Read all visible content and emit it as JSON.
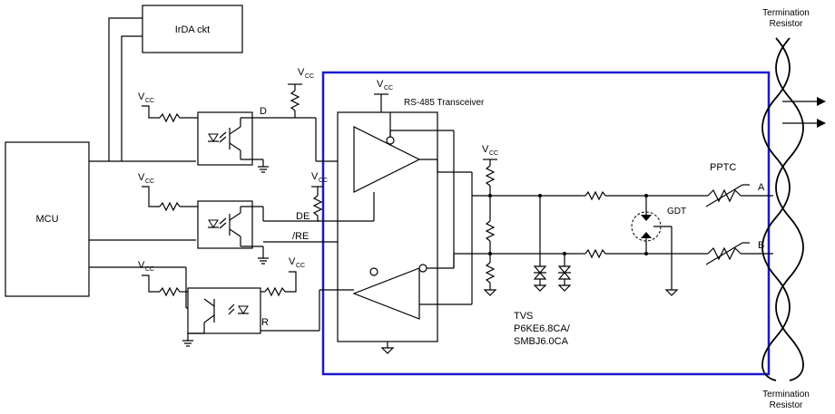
{
  "labels": {
    "irda": "IrDA ckt",
    "mcu": "MCU",
    "transceiver": "RS-485 Transceiver",
    "vcc": "V",
    "vcc_sub": "CC",
    "pin_d": "D",
    "pin_de": "DE",
    "pin_re": "/RE",
    "pin_r": "R",
    "ppt": "PPTC",
    "gdt": "GDT",
    "line_a": "A",
    "line_b": "B",
    "tvs_1": "TVS",
    "tvs_2": "P6KE6.8CA/",
    "tvs_3": "SMBJ6.0CA",
    "term_top_1": "Termination",
    "term_top_2": "Resistor",
    "term_bot_1": "Termination",
    "term_bot_2": "Resistor"
  },
  "colors": {
    "wire": "#000000",
    "boundary": "#1a1acc",
    "background": "#ffffff"
  }
}
